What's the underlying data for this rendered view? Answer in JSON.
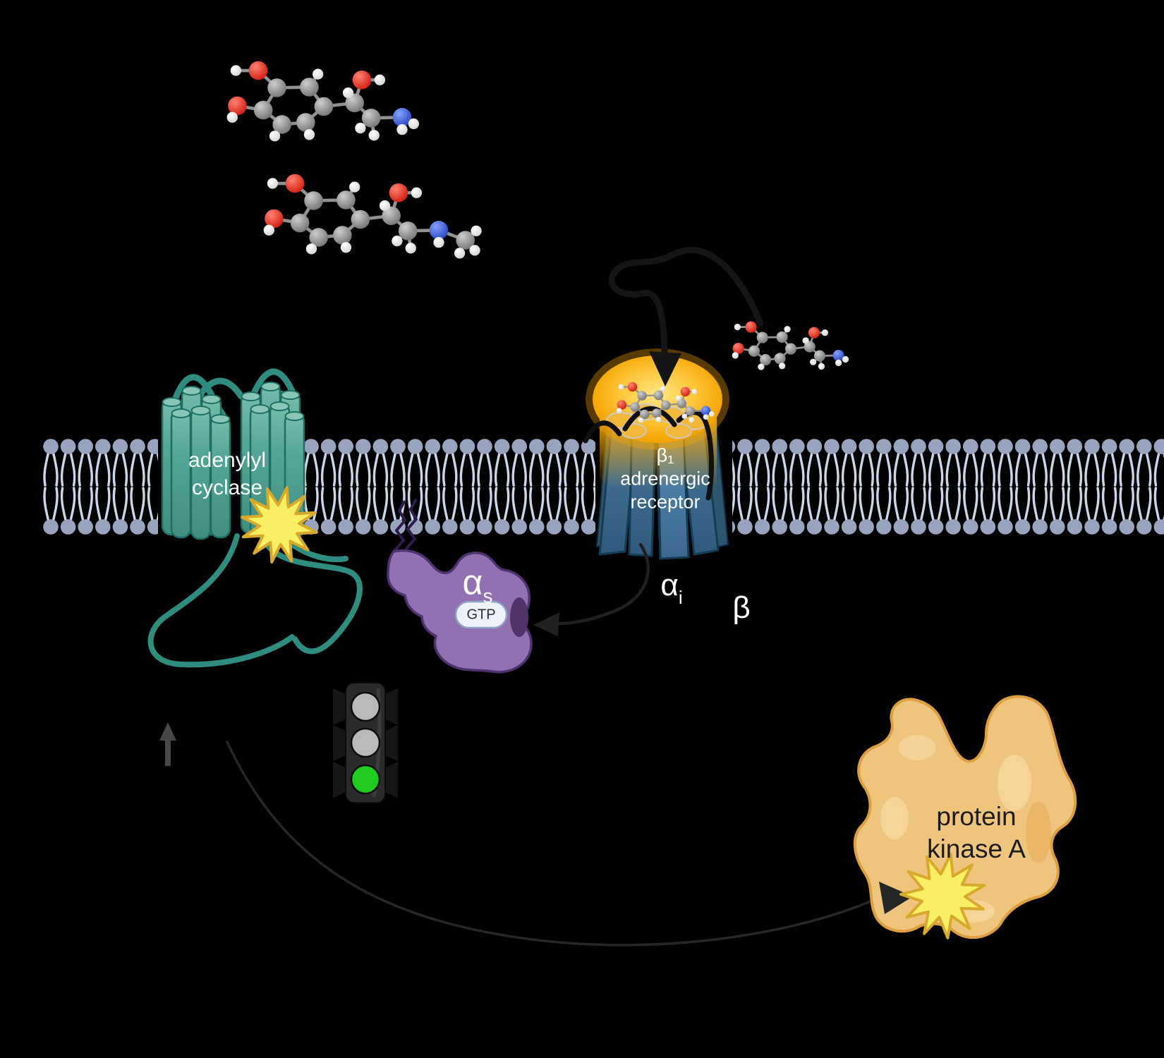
{
  "background_color": "#000000",
  "labels": {
    "adenylyl_cyclase": {
      "line1": "adenylyl",
      "line2": "cyclase"
    },
    "receptor": {
      "line1": "β₁",
      "line2": "adrenergic",
      "line3": "receptor"
    },
    "g_alpha_s": {
      "base": "α",
      "sub": "s"
    },
    "gtp": "GTP",
    "g_alpha_i": {
      "base": "α",
      "sub": "i"
    },
    "g_beta": "β",
    "protein_kinase_a": {
      "line1": "protein",
      "line2": "kinase A"
    }
  },
  "molecules": [
    {
      "id": "norepinephrine-top",
      "kind": "norepinephrine"
    },
    {
      "id": "epinephrine-top",
      "kind": "epinephrine"
    },
    {
      "id": "norepinephrine-free",
      "kind": "norepinephrine"
    },
    {
      "id": "norepinephrine-bound",
      "kind": "norepinephrine"
    }
  ],
  "traffic_light": {
    "lights": [
      {
        "position": "top",
        "state": "off",
        "color": "#b9b9b9"
      },
      {
        "position": "middle",
        "state": "off",
        "color": "#b9b9b9"
      },
      {
        "position": "bottom",
        "state": "green-on",
        "color": "#1ecb1e"
      }
    ]
  },
  "colors": {
    "membrane_head": "#98a3bd",
    "membrane_tail": "#ccd6ea",
    "adenylyl_cyclase_fill": "#4fa295",
    "adenylyl_cyclase_outline": "#1c6f63",
    "receptor_fill": "#4a7ea7",
    "receptor_outline": "#143c55",
    "receptor_glow": "#f7a600",
    "g_protein_fill": "#9271b2",
    "g_protein_outline": "#4e3370",
    "g_protein_anchor": "#2e1c4d",
    "gtp_pill_fill": "#eef3fb",
    "pka_fill": "#efc57d",
    "pka_outline": "#dd9f3f",
    "starburst_fill": "#f8ef63",
    "starburst_outline": "#d8a92b",
    "arrow_color": "#1c1c1c",
    "traffic_body": "#2a2a2a",
    "atom_carbon": "#7a7a7a",
    "atom_oxygen": "#d91405",
    "atom_nitrogen": "#2344c4",
    "atom_hydrogen": "#ffffff",
    "bond": "#929292"
  }
}
